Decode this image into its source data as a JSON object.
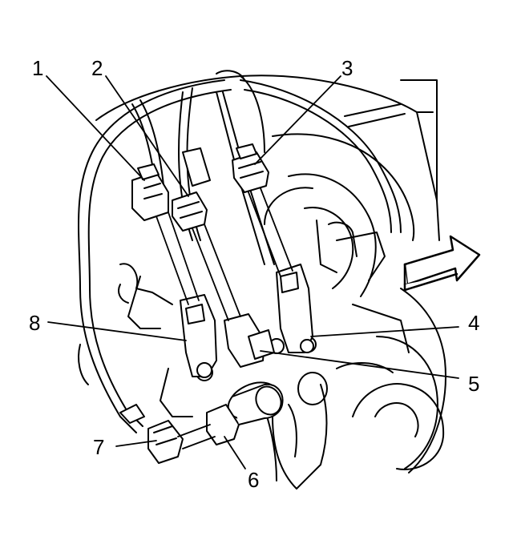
{
  "callouts": {
    "c1": "1",
    "c2": "2",
    "c3": "3",
    "c4": "4",
    "c5": "5",
    "c6": "6",
    "c7": "7",
    "c8": "8"
  },
  "colors": {
    "line": "#000000",
    "background": "#ffffff",
    "arrow_fill": "#ffffff"
  },
  "icons": {
    "direction_arrow": "forward-arrow-icon"
  }
}
